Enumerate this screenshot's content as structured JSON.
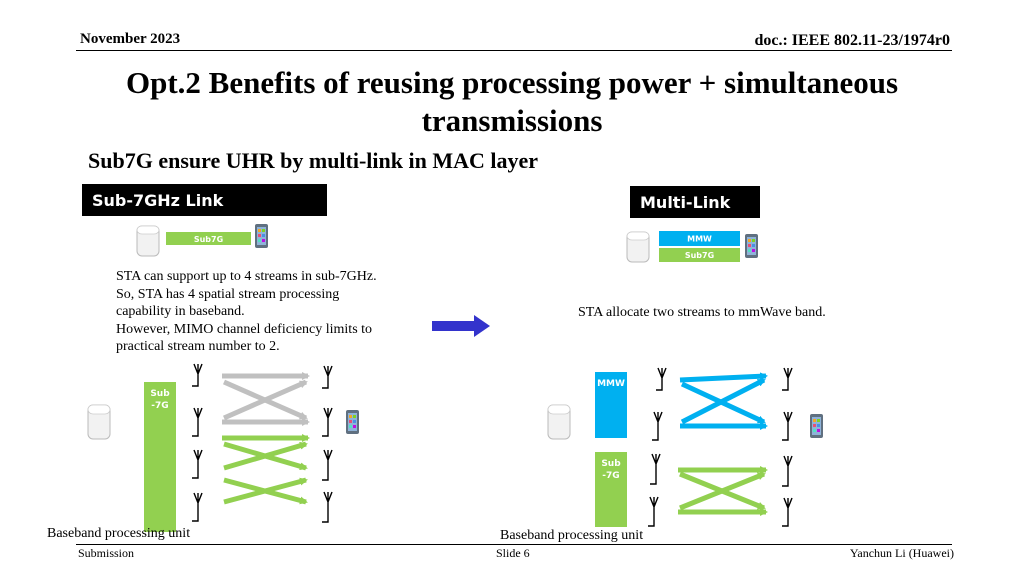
{
  "header": {
    "date": "November 2023",
    "doc_id": "doc.: IEEE 802.11-23/1974r0"
  },
  "title": "Opt.2 Benefits of reusing processing power + simultaneous transmissions",
  "subtitle": "Sub7G ensure UHR by multi-link in MAC layer",
  "left_panel": {
    "label": "Sub-7GHz Link",
    "link_bar": "Sub7G",
    "description": [
      "STA can support up to 4 streams in sub-7GHz.",
      "So, STA has 4 spatial stream processing",
      "capability in baseband.",
      "However, MIMO channel deficiency limits to",
      "practical stream number to 2."
    ],
    "baseband_label_line1": "Sub",
    "baseband_label_line2": "-7G",
    "caption": "Baseband processing unit"
  },
  "right_panel": {
    "label": "Multi-Link",
    "link_bar_top": "MMW",
    "link_bar_bottom": "Sub7G",
    "description": "STA allocate two streams to mmWave band.",
    "mmw_label": "MMW",
    "sub_label_line1": "Sub",
    "sub_label_line2": "-7G",
    "caption": "Baseband processing unit"
  },
  "colors": {
    "green": "#92d050",
    "blue": "#00b0f0",
    "gray": "#c0c0c0",
    "arrow": "#3333cc"
  },
  "footer": {
    "left": "Submission",
    "center": "Slide 6",
    "right": "Yanchun Li (Huawei)"
  }
}
